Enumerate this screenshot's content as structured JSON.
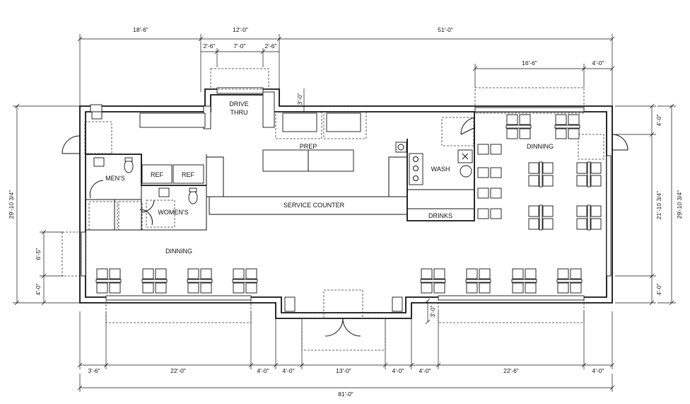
{
  "dimensions": {
    "top_overall": [
      "18'-6\"",
      "12'-0\"",
      "51'-0\""
    ],
    "drive_thru_window": [
      "2'-6\"",
      "7'-0\"",
      "2'-6\""
    ],
    "right_awning": [
      "16'-6\"",
      "4'-0\""
    ],
    "drive_thru_depth": "3'-0\"",
    "left_overall_height": "29'-10 3/4\"",
    "left_window_height": "6'-5\"",
    "left_lower": "4'-0\"",
    "right_upper": "4'-0\"",
    "right_middle": "21'-10 3/4\"",
    "right_lower": "4'-0\"",
    "right_overall_height": "29'-10 3/4\"",
    "entry_depth": "3'-0\"",
    "bottom_segments": [
      "3'-6\"",
      "22'-0\"",
      "4'-0\"",
      "4'-0\"",
      "13'-0\"",
      "4'-0\"",
      "4'-0\"",
      "22'-6\"",
      "4'-0\""
    ],
    "bottom_overall": "81'-0\""
  },
  "rooms": {
    "drive_thru_line1": "DRIVE",
    "drive_thru_line2": "THRU",
    "prep": "PREP",
    "wash": "WASH",
    "mens": "MEN'S",
    "womens": "WOMEN'S",
    "ref1": "REF",
    "ref2": "REF",
    "service_counter": "SERVICE COUNTER",
    "drinks": "DRINKS",
    "dining_left": "DINNING",
    "dining_right": "DINNING"
  }
}
